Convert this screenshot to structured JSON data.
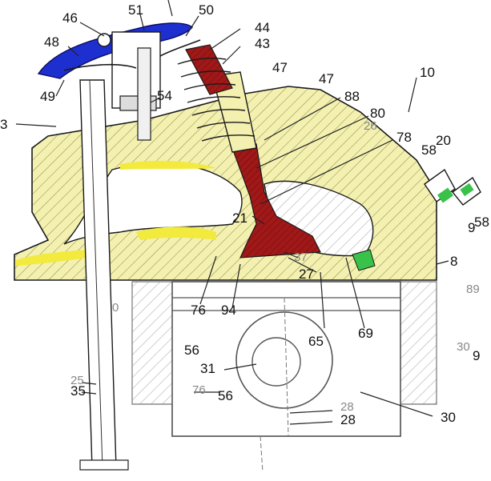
{
  "diagram": {
    "colors": {
      "head_fill": "#f3f0b0",
      "hatch": "#8a8a4a",
      "rocker_cover": "#1e2fd0",
      "valve_red": "#a01818",
      "highlight_yellow": "#f2ea3c",
      "injector_green": "#38c24a",
      "piston_gray": "#9a9a9a"
    },
    "labels": {
      "l46": "46",
      "l51": "51",
      "l50": "50",
      "l44": "44",
      "l43": "43",
      "l48": "48",
      "l49": "49",
      "l54": "54",
      "l3": "3",
      "l47a": "47",
      "l47b": "47",
      "l88": "88",
      "l80": "80",
      "l26": "26",
      "l10": "10",
      "l78": "78",
      "l20": "20",
      "l58a": "58",
      "l58b": "58",
      "l9a": "9",
      "l21": "21",
      "l37": "37",
      "l27": "27",
      "l8": "8",
      "l89": "89",
      "l0": "0",
      "l76": "76",
      "l94": "94",
      "l65": "65",
      "l69": "69",
      "l56a": "56",
      "l30a": "30",
      "l9b": "9",
      "l25": "25",
      "l35": "35",
      "l31": "31",
      "l76b": "76",
      "l56b": "56",
      "l28a": "28",
      "l28b": "28",
      "l30b": "30"
    }
  }
}
